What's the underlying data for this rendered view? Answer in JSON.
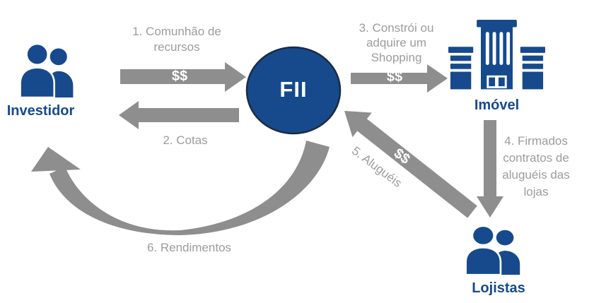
{
  "diagram": {
    "title": "FII flow diagram",
    "colors": {
      "entity_blue": "#164a8c",
      "arrow_gray": "#8e8e8e",
      "step_text_gray": "#9c9c9c",
      "money_text": "#ffffff",
      "circle_border": "#1b2b45",
      "background": "#ffffff"
    },
    "entities": {
      "investor": {
        "label": "Investidor"
      },
      "fii": {
        "label": "FII"
      },
      "property": {
        "label": "Imóvel"
      },
      "tenants": {
        "label": "Lojistas"
      }
    },
    "flows": {
      "f1": {
        "line1": "1. Comunhão de",
        "line2": "recursos",
        "money": "$$"
      },
      "f2": {
        "label": "2. Cotas"
      },
      "f3": {
        "line1": "3. Constrói ou",
        "line2": "adquire um",
        "line3": "Shopping",
        "money": "$$"
      },
      "f4": {
        "line1": "4. Firmados",
        "line2": "contratos de",
        "line3": "aluguéis das",
        "line4": "lojas"
      },
      "f5": {
        "label": "5. Aluguéis",
        "money": "$$"
      },
      "f6": {
        "label": "6. Rendimentos"
      }
    }
  }
}
